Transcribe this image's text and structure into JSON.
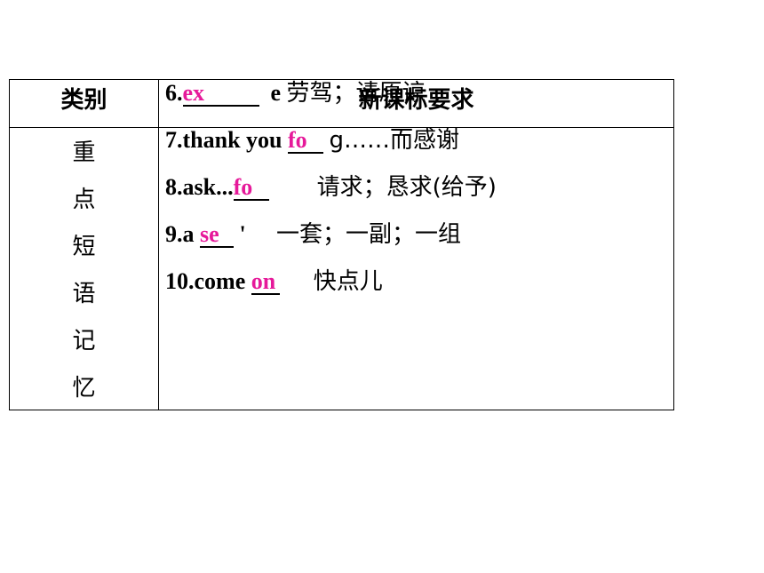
{
  "table": {
    "header": {
      "category": "类别",
      "requirement": "新课标要求"
    },
    "category_chars": [
      "重",
      "点",
      "短",
      "语",
      "记",
      "忆"
    ],
    "items": [
      {
        "prefix": "6.",
        "answer": "ex",
        "suffix_en": "  e ",
        "meaning": "劳驾；请原谅"
      },
      {
        "prefix": "7.thank you ",
        "answer": "fo",
        "suffix_en": " ",
        "meaning": "g……而感谢"
      },
      {
        "prefix": "8.ask...",
        "answer": "fo",
        "suffix_en": "  ",
        "meaning": "请求；恳求(给予)"
      },
      {
        "prefix": "9.a ",
        "answer": "se",
        "suffix_en": " ' ",
        "meaning": "一套；一副；一组"
      },
      {
        "prefix": "10.come ",
        "answer": "on",
        "suffix_en": "  ",
        "meaning": "快点儿"
      }
    ]
  },
  "colors": {
    "answer": "#e6199a",
    "border": "#000000"
  }
}
